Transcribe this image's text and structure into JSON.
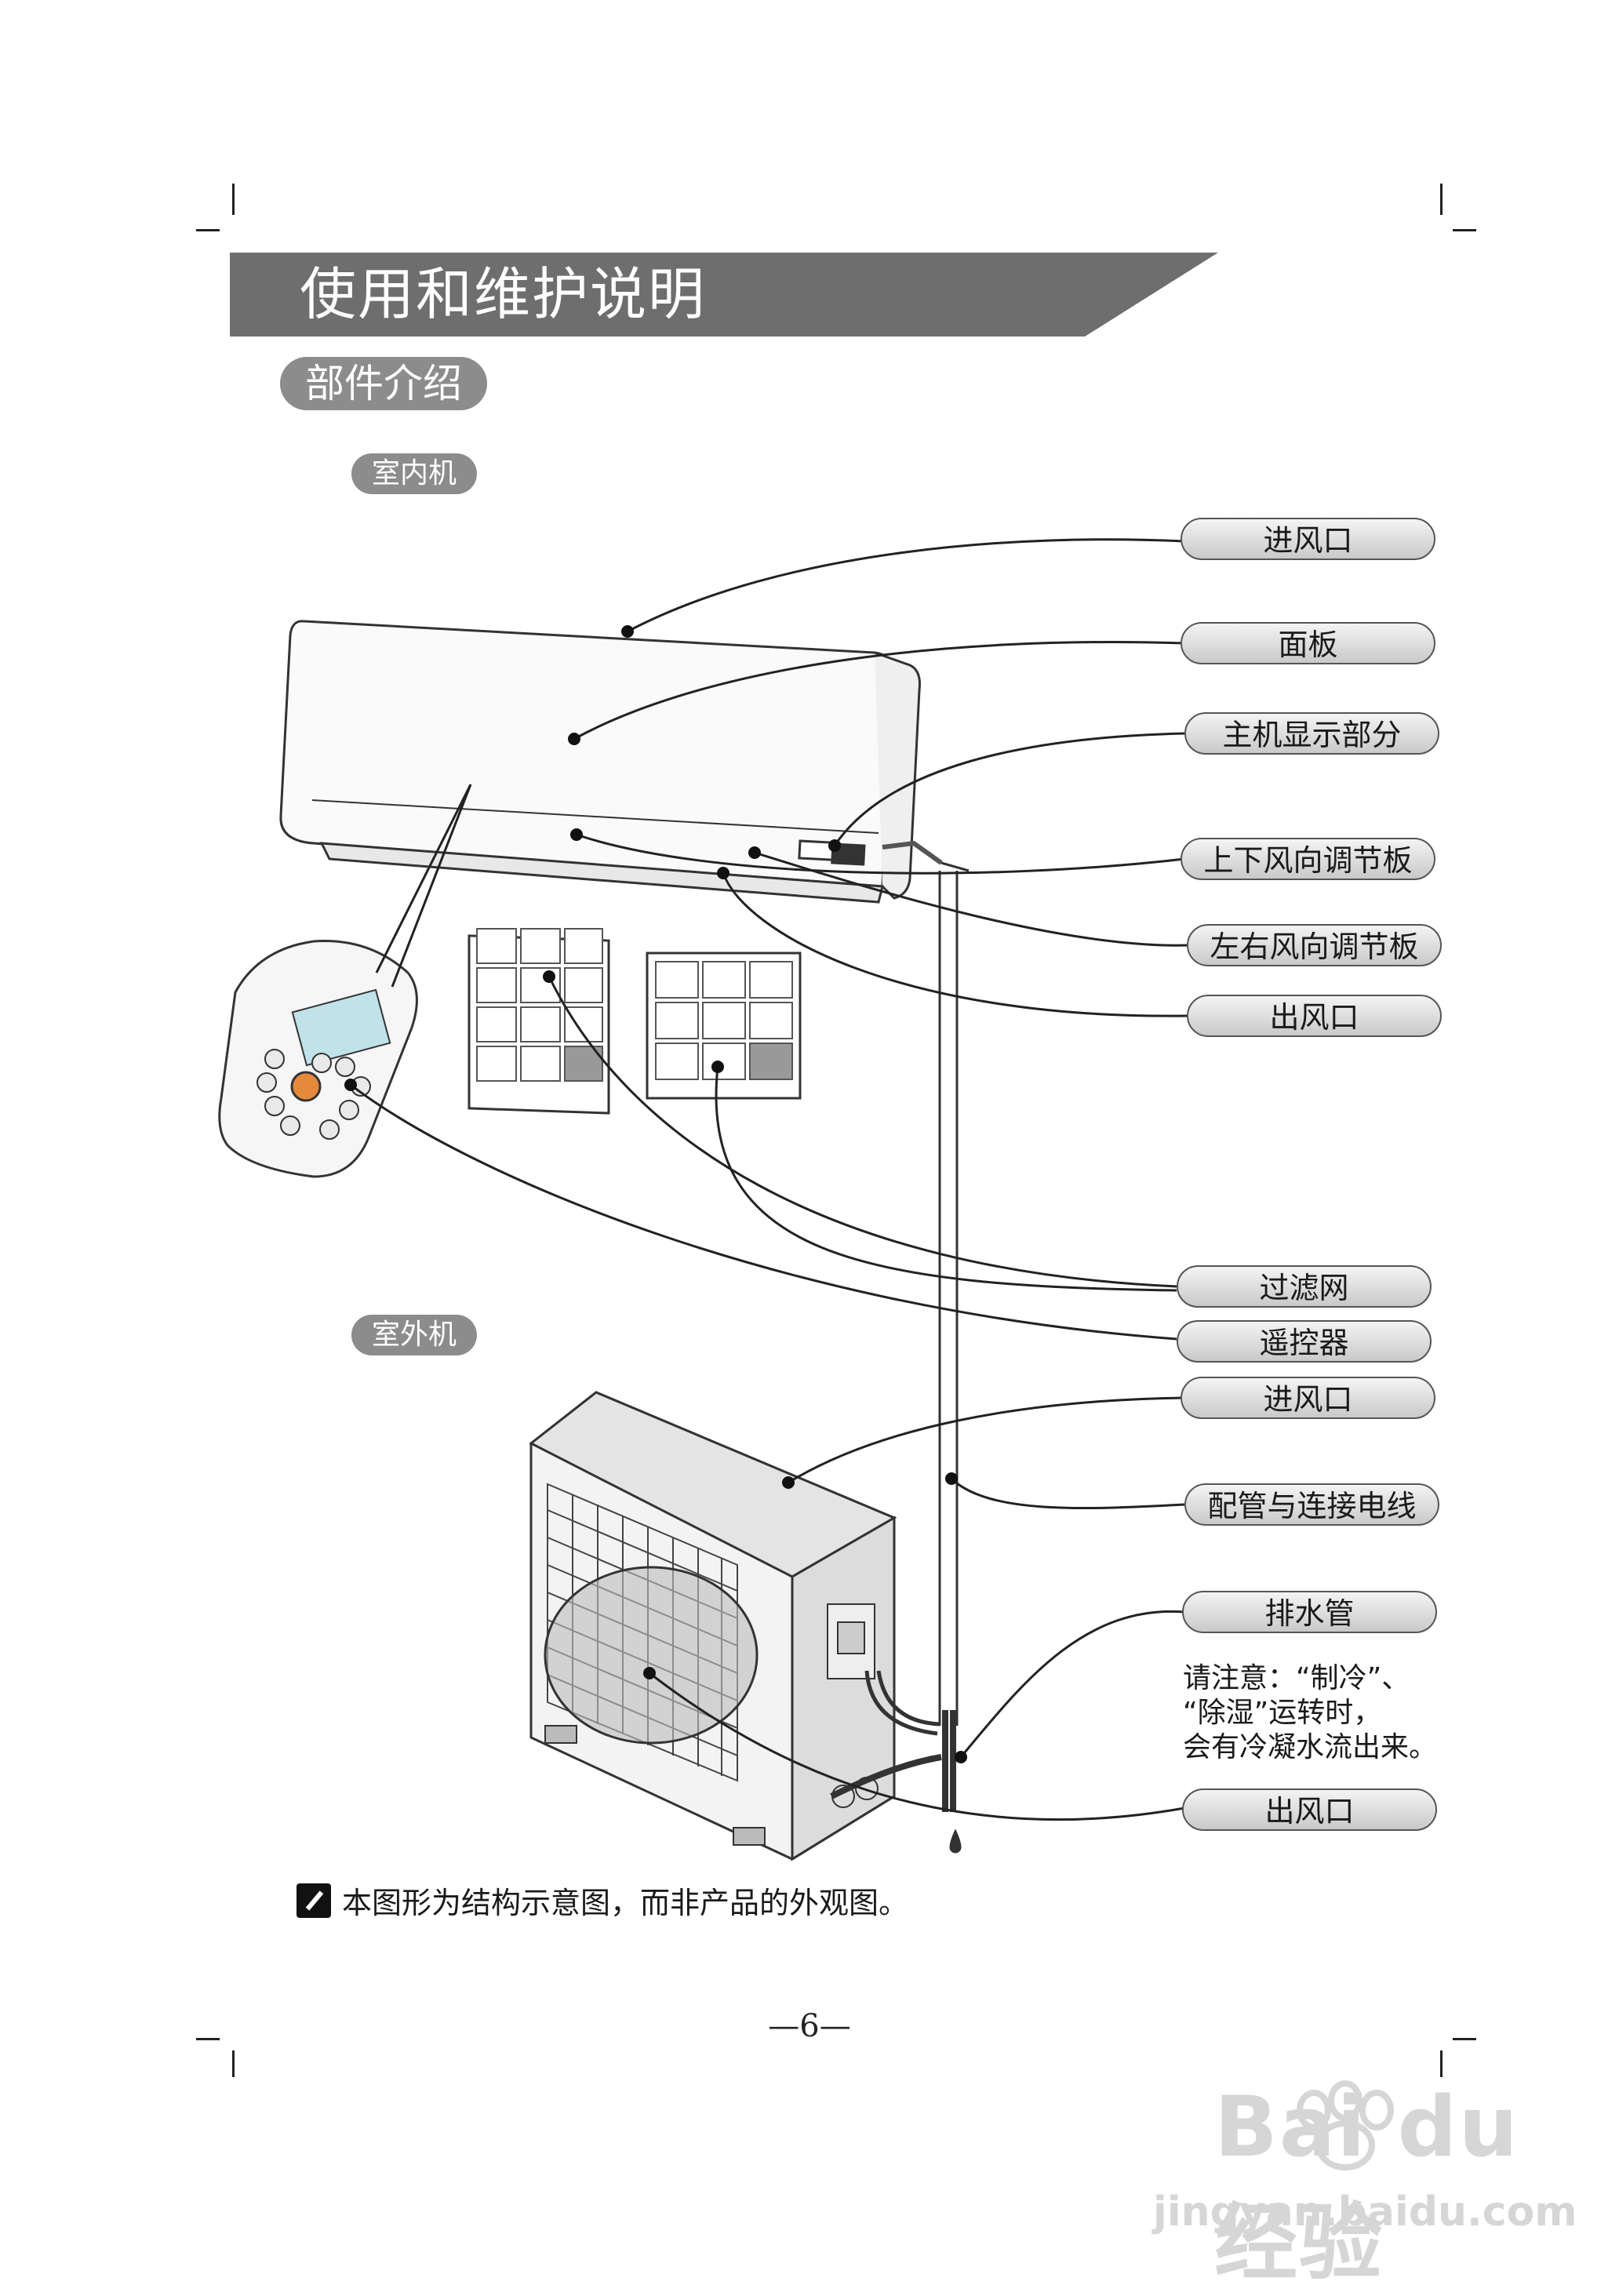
{
  "header": {
    "title": "使用和维护说明"
  },
  "section": {
    "title": "部件介绍"
  },
  "indoor": {
    "title": "室内机"
  },
  "outdoor": {
    "title": "室外机"
  },
  "labels": {
    "indoor_air_inlet": "进风口",
    "panel": "面板",
    "display": "主机显示部分",
    "vertical_louver": "上下风向调节板",
    "horizontal_louver": "左右风向调节板",
    "indoor_air_outlet": "出风口",
    "filter": "过滤网",
    "remote": "遥控器",
    "outdoor_air_inlet": "进风口",
    "piping": "配管与连接电线",
    "drain_pipe": "排水管",
    "outdoor_air_outlet": "出风口"
  },
  "notice": {
    "line1": "请注意：“制冷”、",
    "line2": "“除湿”运转时，",
    "line3": "会有冷凝水流出来。"
  },
  "footnote": {
    "text": "本图形为结构示意图，而非产品的外观图。"
  },
  "page": {
    "number": "—6—"
  },
  "watermark": {
    "brand": "Bai du 经验",
    "url": "jingyan.baidu.com"
  }
}
